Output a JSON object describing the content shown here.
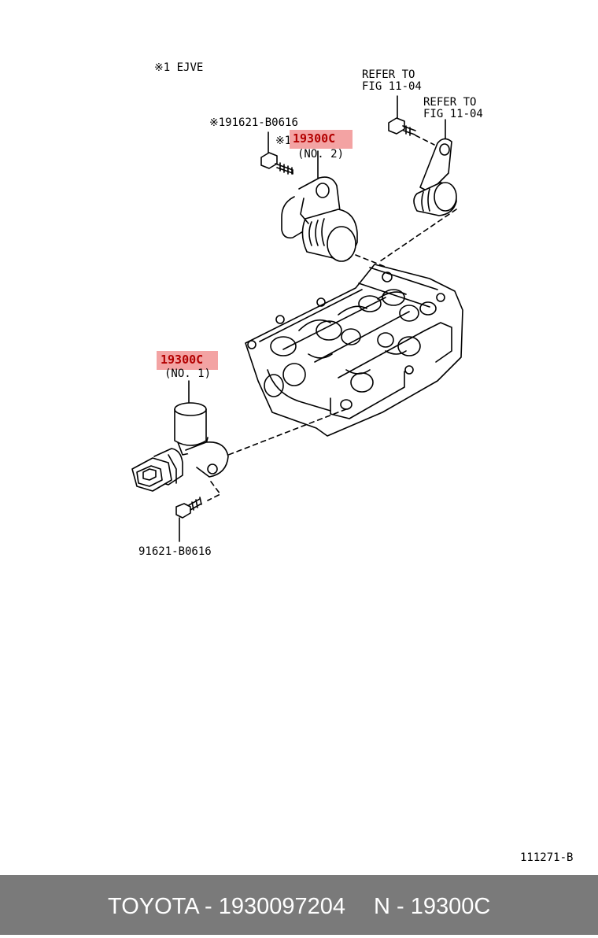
{
  "diagram": {
    "note_ejve": "※1 EJVE",
    "refer_1_line1": "REFER TO",
    "refer_1_line2": "FIG 11-04",
    "refer_2_line1": "REFER TO",
    "refer_2_line2": "FIG 11-04",
    "bolt_upper_part": "※191621-B0616",
    "sensor_no2_prefix": "※1",
    "sensor_no2_part": "19300C",
    "sensor_no2_label": "(NO. 2)",
    "sensor_no1_part": "19300C",
    "sensor_no1_label": "(NO. 1)",
    "bolt_lower_part": "91621-B0616",
    "figure_code": "111271-B",
    "highlight_color": "#f3a3a3"
  },
  "footer": {
    "brand_part": "TOYOTA - 1930097204",
    "short_part": "N - 19300C"
  }
}
